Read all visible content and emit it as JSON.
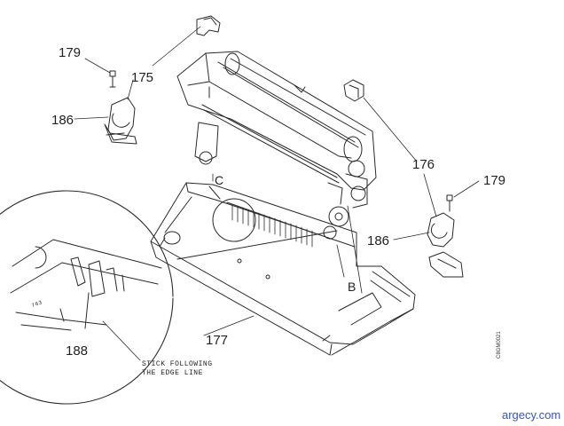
{
  "callouts": {
    "c175": "175",
    "c176": "176",
    "c177": "177",
    "c179_left": "179",
    "c179_right": "179",
    "c186_left": "186",
    "c186_right": "186",
    "c188": "188"
  },
  "letters": {
    "b": "B",
    "c": "C"
  },
  "note": {
    "line1": "STICK FOLLOWING",
    "line2": "THE EDGE LINE"
  },
  "detail_dim": "763",
  "figure_code": "C8GM0021",
  "watermark": "argecy.com",
  "colors": {
    "line": "#2a2a2a",
    "watermark": "#3355cc"
  }
}
